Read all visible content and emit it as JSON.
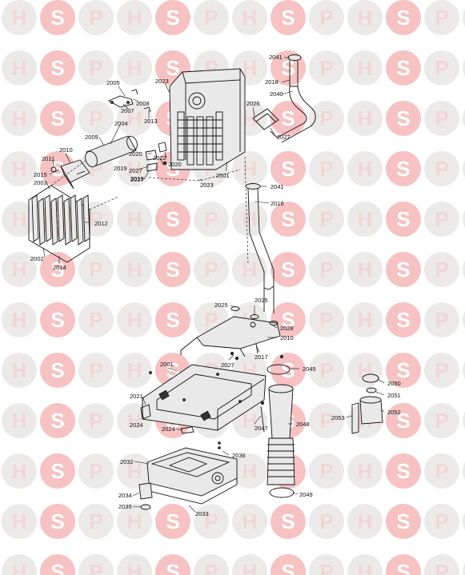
{
  "watermark": {
    "letters": [
      "H",
      "S",
      "P"
    ],
    "h_color": "#f2d6d6",
    "s_color": "#f6c2c2",
    "ring_color": "#ece9e9"
  },
  "parts": [
    "2041",
    "2018",
    "2040",
    "2026",
    "2027",
    "2005",
    "2023",
    "2008",
    "2007",
    "2013",
    "2004",
    "2009",
    "2010",
    "2011",
    "2015",
    "2003",
    "2020",
    "2022",
    "2019",
    "2027",
    "2020",
    "2027",
    "2019",
    "2001",
    "2023",
    "2012",
    "2002",
    "2014",
    "2041",
    "2016",
    "2025",
    "2025",
    "2028",
    "2010",
    "2017",
    "2027",
    "2045",
    "2001",
    "2050",
    "2051",
    "2052",
    "2053",
    "2021",
    "2024",
    "2047",
    "2048",
    "2024",
    "2036",
    "2032",
    "2034",
    "2035",
    "2033",
    "2049"
  ]
}
